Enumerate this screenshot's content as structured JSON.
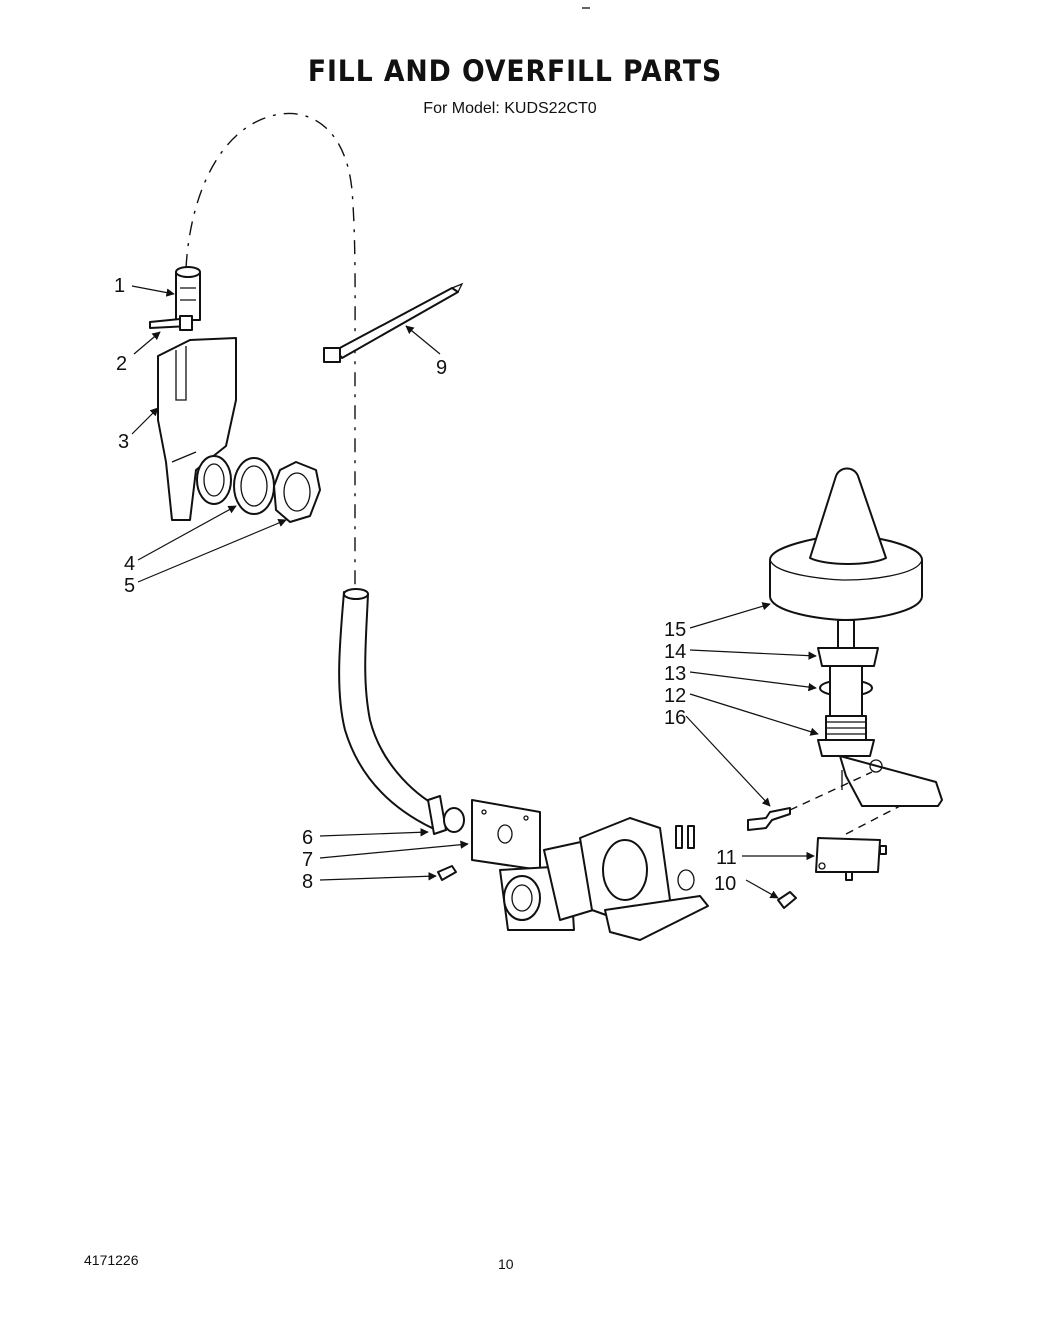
{
  "header": {
    "title": "FILL AND OVERFILL PARTS",
    "subtitle": "For Model: KUDS22CT0"
  },
  "footer": {
    "doc_number": "4171226",
    "page_number": "10"
  },
  "callouts": [
    {
      "id": "1",
      "label": "1"
    },
    {
      "id": "2",
      "label": "2"
    },
    {
      "id": "3",
      "label": "3"
    },
    {
      "id": "4",
      "label": "4"
    },
    {
      "id": "5",
      "label": "5"
    },
    {
      "id": "6",
      "label": "6"
    },
    {
      "id": "7",
      "label": "7"
    },
    {
      "id": "8",
      "label": "8"
    },
    {
      "id": "9",
      "label": "9"
    },
    {
      "id": "10",
      "label": "10"
    },
    {
      "id": "11",
      "label": "11"
    },
    {
      "id": "12",
      "label": "12"
    },
    {
      "id": "13",
      "label": "13"
    },
    {
      "id": "14",
      "label": "14"
    },
    {
      "id": "15",
      "label": "15"
    },
    {
      "id": "16",
      "label": "16"
    }
  ]
}
